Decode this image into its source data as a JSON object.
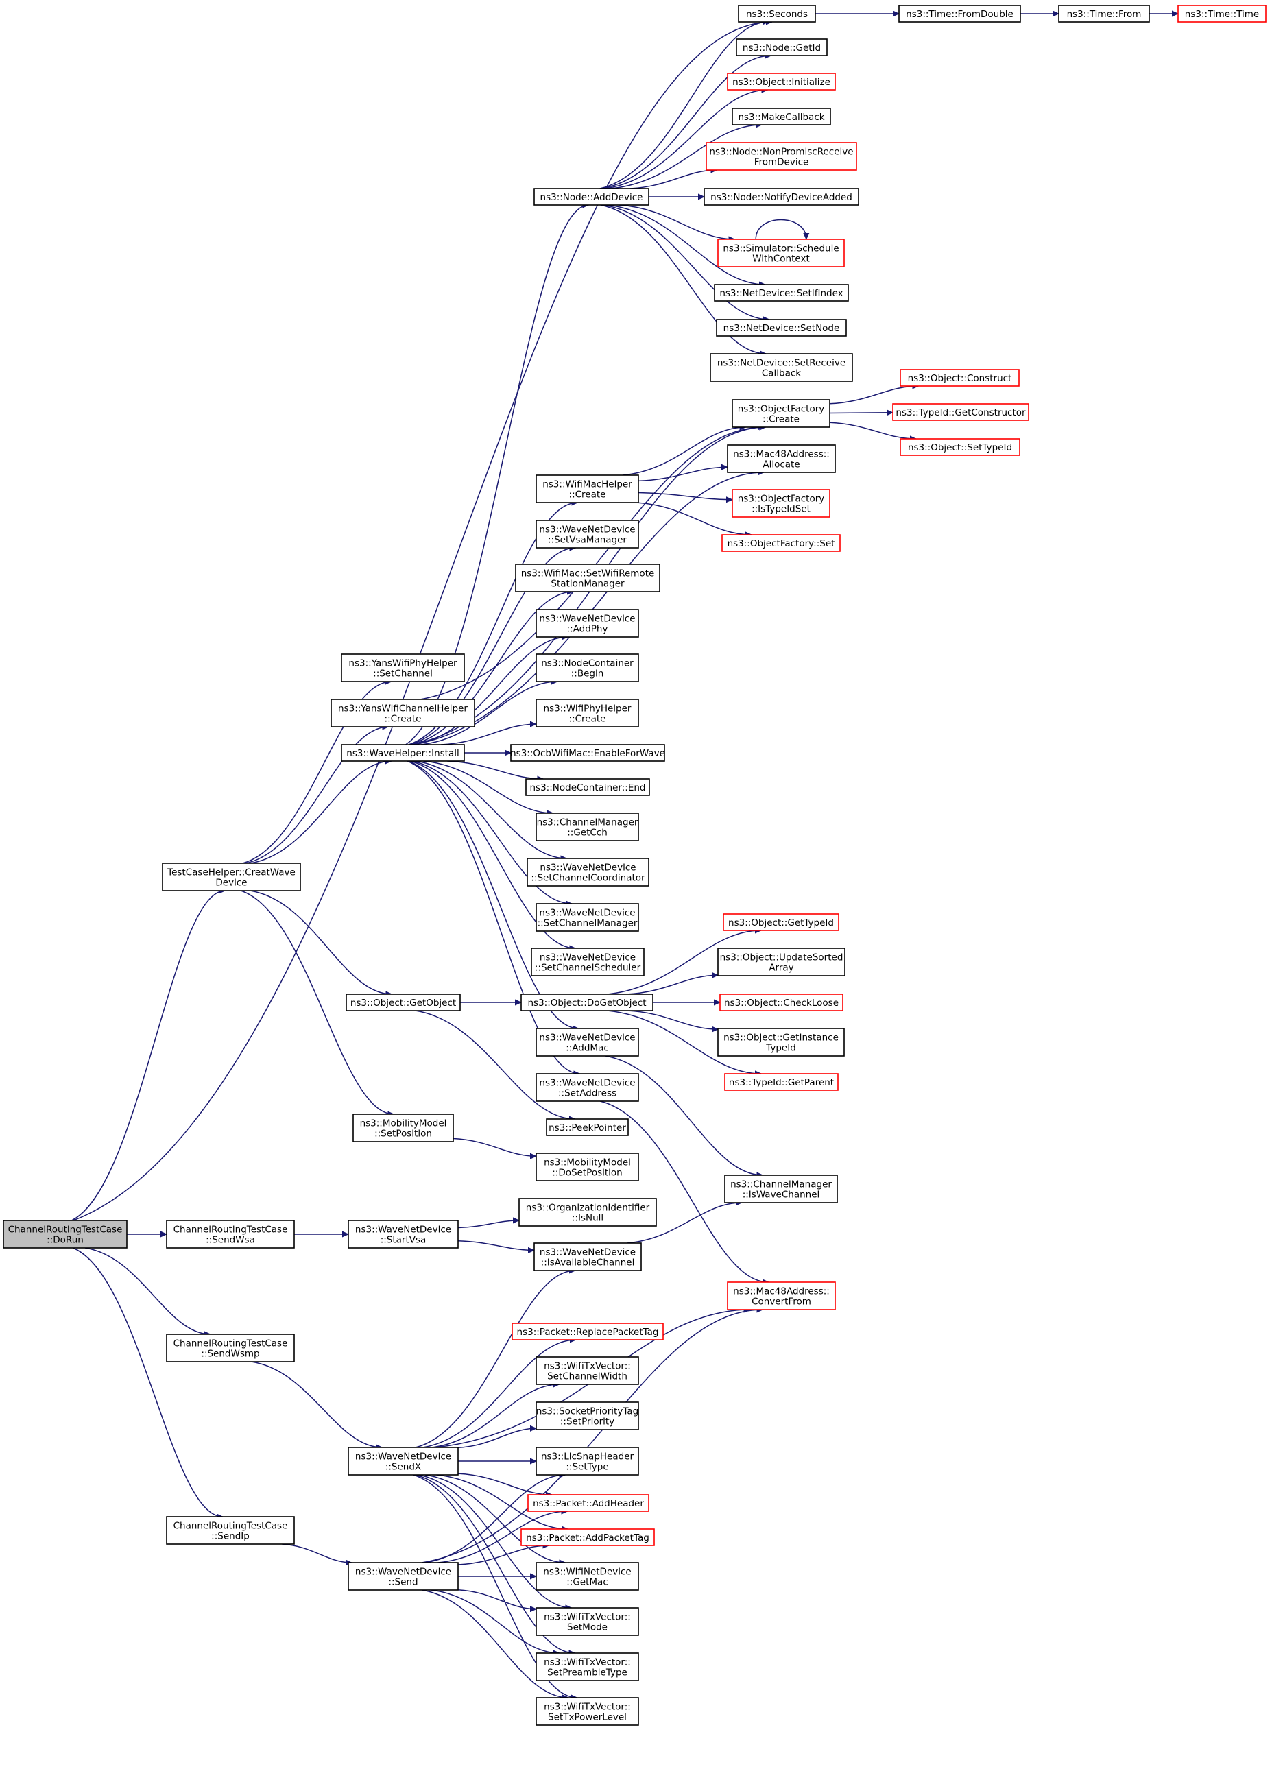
{
  "title": "",
  "colors": {
    "edge": "#191970",
    "node_border": "#000000",
    "undocumented_border": "#ff0000",
    "root_fill": "#bfbfbf"
  },
  "nodes": {
    "DoRun": {
      "lines": [
        "ChannelRoutingTestCase",
        "::DoRun"
      ]
    },
    "Seconds": {
      "lines": [
        "ns3::Seconds"
      ]
    },
    "FromDouble": {
      "lines": [
        "ns3::Time::FromDouble"
      ]
    },
    "TimeFrom": {
      "lines": [
        "ns3::Time::From"
      ]
    },
    "TimeTime": {
      "lines": [
        "ns3::Time::Time"
      ]
    },
    "GetId": {
      "lines": [
        "ns3::Node::GetId"
      ]
    },
    "Initialize": {
      "lines": [
        "ns3::Object::Initialize"
      ]
    },
    "MakeCallback": {
      "lines": [
        "ns3::MakeCallback"
      ]
    },
    "NonPromisc": {
      "lines": [
        "ns3::Node::NonPromiscReceive",
        "FromDevice"
      ]
    },
    "AddDevice": {
      "lines": [
        "ns3::Node::AddDevice"
      ]
    },
    "NotifyDeviceAdded": {
      "lines": [
        "ns3::Node::NotifyDeviceAdded"
      ]
    },
    "ScheduleWithContext": {
      "lines": [
        "ns3::Simulator::Schedule",
        "WithContext"
      ]
    },
    "SetIfIndex": {
      "lines": [
        "ns3::NetDevice::SetIfIndex"
      ]
    },
    "SetNode": {
      "lines": [
        "ns3::NetDevice::SetNode"
      ]
    },
    "SetReceiveCallback": {
      "lines": [
        "ns3::NetDevice::SetReceive",
        "Callback"
      ]
    },
    "ObjConstruct": {
      "lines": [
        "ns3::Object::Construct"
      ]
    },
    "OFCreate": {
      "lines": [
        "ns3::ObjectFactory",
        "::Create"
      ]
    },
    "GetConstructor": {
      "lines": [
        "ns3::TypeId::GetConstructor"
      ]
    },
    "Allocate": {
      "lines": [
        "ns3::Mac48Address::",
        "Allocate"
      ]
    },
    "SetTypeId": {
      "lines": [
        "ns3::Object::SetTypeId"
      ]
    },
    "WifiMacCreate": {
      "lines": [
        "ns3::WifiMacHelper",
        "::Create"
      ]
    },
    "IsTypeIdSet": {
      "lines": [
        "ns3::ObjectFactory",
        "::IsTypeIdSet"
      ]
    },
    "OFSet": {
      "lines": [
        "ns3::ObjectFactory::Set"
      ]
    },
    "SetVsaManager": {
      "lines": [
        "ns3::WaveNetDevice",
        "::SetVsaManager"
      ]
    },
    "SetWifiRemote": {
      "lines": [
        "ns3::WifiMac::SetWifiRemote",
        "StationManager"
      ]
    },
    "AddPhy": {
      "lines": [
        "ns3::WaveNetDevice",
        "::AddPhy"
      ]
    },
    "NCBegin": {
      "lines": [
        "ns3::NodeContainer",
        "::Begin"
      ]
    },
    "SetChannel": {
      "lines": [
        "ns3::YansWifiPhyHelper",
        "::SetChannel"
      ]
    },
    "YansChanCreate": {
      "lines": [
        "ns3::YansWifiChannelHelper",
        "::Create"
      ]
    },
    "WifiPhyCreate": {
      "lines": [
        "ns3::WifiPhyHelper",
        "::Create"
      ]
    },
    "WaveInstall": {
      "lines": [
        "ns3::WaveHelper::Install"
      ]
    },
    "EnableForWave": {
      "lines": [
        "ns3::OcbWifiMac::EnableForWave"
      ]
    },
    "NCEnd": {
      "lines": [
        "ns3::NodeContainer::End"
      ]
    },
    "GetCch": {
      "lines": [
        "ns3::ChannelManager",
        "::GetCch"
      ]
    },
    "CreatWaveDevice": {
      "lines": [
        "TestCaseHelper::CreatWave",
        "Device"
      ]
    },
    "SetChannelCoordinator": {
      "lines": [
        "ns3::WaveNetDevice",
        "::SetChannelCoordinator"
      ]
    },
    "SetChannelManager": {
      "lines": [
        "ns3::WaveNetDevice",
        "::SetChannelManager"
      ]
    },
    "SetChannelScheduler": {
      "lines": [
        "ns3::WaveNetDevice",
        "::SetChannelScheduler"
      ]
    },
    "ObjGetTypeId": {
      "lines": [
        "ns3::Object::GetTypeId"
      ]
    },
    "UpdateSortedArray": {
      "lines": [
        "ns3::Object::UpdateSorted",
        "Array"
      ]
    },
    "GetObject": {
      "lines": [
        "ns3::Object::GetObject"
      ]
    },
    "DoGetObject": {
      "lines": [
        "ns3::Object::DoGetObject"
      ]
    },
    "CheckLoose": {
      "lines": [
        "ns3::Object::CheckLoose"
      ]
    },
    "GetInstanceTypeId": {
      "lines": [
        "ns3::Object::GetInstance",
        "TypeId"
      ]
    },
    "AddMac": {
      "lines": [
        "ns3::WaveNetDevice",
        "::AddMac"
      ]
    },
    "GetParent": {
      "lines": [
        "ns3::TypeId::GetParent"
      ]
    },
    "SetAddress": {
      "lines": [
        "ns3::WaveNetDevice",
        "::SetAddress"
      ]
    },
    "PeekPointer": {
      "lines": [
        "ns3::PeekPointer"
      ]
    },
    "MMSetPosition": {
      "lines": [
        "ns3::MobilityModel",
        "::SetPosition"
      ]
    },
    "MMDoSetPosition": {
      "lines": [
        "ns3::MobilityModel",
        "::DoSetPosition"
      ]
    },
    "IsWaveChannel": {
      "lines": [
        "ns3::ChannelManager",
        "::IsWaveChannel"
      ]
    },
    "OIIsNull": {
      "lines": [
        "ns3::OrganizationIdentifier",
        "::IsNull"
      ]
    },
    "SendWsa": {
      "lines": [
        "ChannelRoutingTestCase",
        "::SendWsa"
      ]
    },
    "StartVsa": {
      "lines": [
        "ns3::WaveNetDevice",
        "::StartVsa"
      ]
    },
    "IsAvailableChannel": {
      "lines": [
        "ns3::WaveNetDevice",
        "::IsAvailableChannel"
      ]
    },
    "ConvertFrom": {
      "lines": [
        "ns3::Mac48Address::",
        "ConvertFrom"
      ]
    },
    "ReplacePacketTag": {
      "lines": [
        "ns3::Packet::ReplacePacketTag"
      ]
    },
    "SendWsmp": {
      "lines": [
        "ChannelRoutingTestCase",
        "::SendWsmp"
      ]
    },
    "SetChannelWidth": {
      "lines": [
        "ns3::WifiTxVector::",
        "SetChannelWidth"
      ]
    },
    "SetPriority": {
      "lines": [
        "ns3::SocketPriorityTag",
        "::SetPriority"
      ]
    },
    "SendX": {
      "lines": [
        "ns3::WaveNetDevice",
        "::SendX"
      ]
    },
    "LlcSetType": {
      "lines": [
        "ns3::LlcSnapHeader",
        "::SetType"
      ]
    },
    "AddHeader": {
      "lines": [
        "ns3::Packet::AddHeader"
      ]
    },
    "AddPacketTag": {
      "lines": [
        "ns3::Packet::AddPacketTag"
      ]
    },
    "SendIp": {
      "lines": [
        "ChannelRoutingTestCase",
        "::SendIp"
      ]
    },
    "WaveSend": {
      "lines": [
        "ns3::WaveNetDevice",
        "::Send"
      ]
    },
    "WifiGetMac": {
      "lines": [
        "ns3::WifiNetDevice",
        "::GetMac"
      ]
    },
    "SetMode": {
      "lines": [
        "ns3::WifiTxVector::",
        "SetMode"
      ]
    },
    "SetPreambleType": {
      "lines": [
        "ns3::WifiTxVector::",
        "SetPreambleType"
      ]
    },
    "SetTxPowerLevel": {
      "lines": [
        "ns3::WifiTxVector::",
        "SetTxPowerLevel"
      ]
    }
  },
  "edges": [
    [
      "DoRun",
      "Seconds"
    ],
    [
      "DoRun",
      "CreatWaveDevice"
    ],
    [
      "DoRun",
      "SendWsa"
    ],
    [
      "DoRun",
      "SendWsmp"
    ],
    [
      "DoRun",
      "SendIp"
    ],
    [
      "Seconds",
      "FromDouble"
    ],
    [
      "FromDouble",
      "TimeFrom"
    ],
    [
      "TimeFrom",
      "TimeTime"
    ],
    [
      "AddDevice",
      "Seconds"
    ],
    [
      "AddDevice",
      "GetId"
    ],
    [
      "AddDevice",
      "Initialize"
    ],
    [
      "AddDevice",
      "MakeCallback"
    ],
    [
      "AddDevice",
      "NonPromisc"
    ],
    [
      "AddDevice",
      "NotifyDeviceAdded"
    ],
    [
      "AddDevice",
      "ScheduleWithContext"
    ],
    [
      "AddDevice",
      "SetIfIndex"
    ],
    [
      "AddDevice",
      "SetNode"
    ],
    [
      "AddDevice",
      "SetReceiveCallback"
    ],
    [
      "ScheduleWithContext",
      "ScheduleWithContext"
    ],
    [
      "OFCreate",
      "ObjConstruct"
    ],
    [
      "OFCreate",
      "GetConstructor"
    ],
    [
      "OFCreate",
      "SetTypeId"
    ],
    [
      "WifiMacCreate",
      "OFCreate"
    ],
    [
      "WifiMacCreate",
      "Allocate"
    ],
    [
      "WifiMacCreate",
      "IsTypeIdSet"
    ],
    [
      "WifiMacCreate",
      "OFSet"
    ],
    [
      "YansChanCreate",
      "OFCreate"
    ],
    [
      "CreatWaveDevice",
      "SetChannel"
    ],
    [
      "CreatWaveDevice",
      "YansChanCreate"
    ],
    [
      "CreatWaveDevice",
      "WaveInstall"
    ],
    [
      "CreatWaveDevice",
      "GetObject"
    ],
    [
      "CreatWaveDevice",
      "MMSetPosition"
    ],
    [
      "WaveInstall",
      "AddDevice"
    ],
    [
      "WaveInstall",
      "OFCreate"
    ],
    [
      "WaveInstall",
      "Allocate"
    ],
    [
      "WaveInstall",
      "WifiMacCreate"
    ],
    [
      "WaveInstall",
      "SetVsaManager"
    ],
    [
      "WaveInstall",
      "SetWifiRemote"
    ],
    [
      "WaveInstall",
      "AddPhy"
    ],
    [
      "WaveInstall",
      "NCBegin"
    ],
    [
      "WaveInstall",
      "WifiPhyCreate"
    ],
    [
      "WaveInstall",
      "EnableForWave"
    ],
    [
      "WaveInstall",
      "NCEnd"
    ],
    [
      "WaveInstall",
      "GetCch"
    ],
    [
      "WaveInstall",
      "SetChannelCoordinator"
    ],
    [
      "WaveInstall",
      "SetChannelManager"
    ],
    [
      "WaveInstall",
      "SetChannelScheduler"
    ],
    [
      "WaveInstall",
      "AddMac"
    ],
    [
      "WaveInstall",
      "SetAddress"
    ],
    [
      "GetObject",
      "DoGetObject"
    ],
    [
      "GetObject",
      "PeekPointer"
    ],
    [
      "DoGetObject",
      "ObjGetTypeId"
    ],
    [
      "DoGetObject",
      "UpdateSortedArray"
    ],
    [
      "DoGetObject",
      "CheckLoose"
    ],
    [
      "DoGetObject",
      "GetInstanceTypeId"
    ],
    [
      "DoGetObject",
      "GetParent"
    ],
    [
      "AddMac",
      "IsWaveChannel"
    ],
    [
      "SetAddress",
      "ConvertFrom"
    ],
    [
      "MMSetPosition",
      "MMDoSetPosition"
    ],
    [
      "SendWsa",
      "StartVsa"
    ],
    [
      "StartVsa",
      "OIIsNull"
    ],
    [
      "StartVsa",
      "IsAvailableChannel"
    ],
    [
      "IsAvailableChannel",
      "IsWaveChannel"
    ],
    [
      "SendWsmp",
      "SendX"
    ],
    [
      "SendIp",
      "WaveSend"
    ],
    [
      "SendX",
      "IsAvailableChannel"
    ],
    [
      "SendX",
      "ConvertFrom"
    ],
    [
      "SendX",
      "ReplacePacketTag"
    ],
    [
      "SendX",
      "SetChannelWidth"
    ],
    [
      "SendX",
      "SetPriority"
    ],
    [
      "SendX",
      "LlcSetType"
    ],
    [
      "SendX",
      "AddHeader"
    ],
    [
      "SendX",
      "AddPacketTag"
    ],
    [
      "SendX",
      "WifiGetMac"
    ],
    [
      "SendX",
      "SetMode"
    ],
    [
      "SendX",
      "SetPreambleType"
    ],
    [
      "SendX",
      "SetTxPowerLevel"
    ],
    [
      "WaveSend",
      "LlcSetType"
    ],
    [
      "WaveSend",
      "AddHeader"
    ],
    [
      "WaveSend",
      "AddPacketTag"
    ],
    [
      "WaveSend",
      "WifiGetMac"
    ],
    [
      "WaveSend",
      "SetMode"
    ],
    [
      "WaveSend",
      "SetPreambleType"
    ],
    [
      "WaveSend",
      "SetTxPowerLevel"
    ],
    [
      "WaveSend",
      "ConvertFrom"
    ]
  ]
}
